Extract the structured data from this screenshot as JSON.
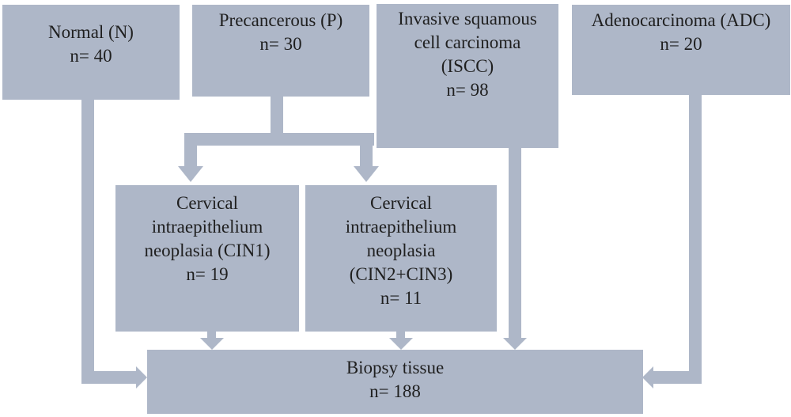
{
  "diagram": {
    "colors": {
      "box": "#aeb7c8",
      "connector": "#aeb7c8",
      "text": "#1f1f1f"
    },
    "nodes": {
      "normal": {
        "lines": [
          "Normal (N)",
          "n= 40"
        ]
      },
      "precancerous": {
        "lines": [
          "Precancerous (P)",
          "n= 30"
        ]
      },
      "iscc": {
        "lines": [
          "Invasive squamous",
          "cell carcinoma",
          "(ISCC)",
          "n= 98"
        ]
      },
      "adc": {
        "lines": [
          "Adenocarcinoma (ADC)",
          "n= 20"
        ]
      },
      "cin1": {
        "lines": [
          "Cervical",
          "intraepithelium",
          "neoplasia (CIN1)",
          "n= 19"
        ]
      },
      "cin23": {
        "lines": [
          "Cervical",
          "intraepithelium",
          "neoplasia",
          "(CIN2+CIN3)",
          "n= 11"
        ]
      },
      "biopsy": {
        "lines": [
          "Biopsy tissue",
          "n= 188"
        ]
      }
    },
    "edges": [
      {
        "from": "normal",
        "to": "biopsy"
      },
      {
        "from": "precancerous",
        "to": "cin1"
      },
      {
        "from": "precancerous",
        "to": "cin23"
      },
      {
        "from": "cin1",
        "to": "biopsy"
      },
      {
        "from": "cin23",
        "to": "biopsy"
      },
      {
        "from": "iscc",
        "to": "biopsy"
      },
      {
        "from": "adc",
        "to": "biopsy"
      }
    ]
  }
}
